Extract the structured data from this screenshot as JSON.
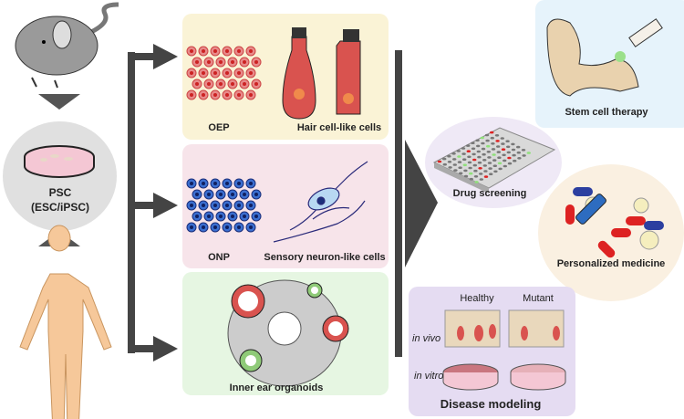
{
  "source": {
    "psc_label": "PSC",
    "psc_sub": "(ESC/iPSC)"
  },
  "differentiation": {
    "otic": {
      "left_label": "OEP",
      "right_label": "Hair cell-like cells"
    },
    "neural": {
      "left_label": "ONP",
      "right_label": "Sensory neuron-like cells"
    },
    "organoid": {
      "label": "Inner ear organoids"
    }
  },
  "applications": {
    "therapy": "Stem cell therapy",
    "screening": "Drug screening",
    "medicine": "Personalized medicine",
    "modeling": {
      "title": "Disease modeling",
      "healthy": "Healthy",
      "mutant": "Mutant",
      "in_vivo": "in vivo",
      "in_vitro": "in vitro"
    }
  },
  "colors": {
    "arrow": "#444444",
    "otic_panel": "#faf3d6",
    "neural_panel": "#f7e4ea",
    "organoid_panel": "#e6f6e2",
    "therapy_panel": "#e6f3fb",
    "screening_bg": "#efe9f6",
    "medicine_bg": "#faf0e1",
    "modeling_panel": "#e5dcf2"
  }
}
